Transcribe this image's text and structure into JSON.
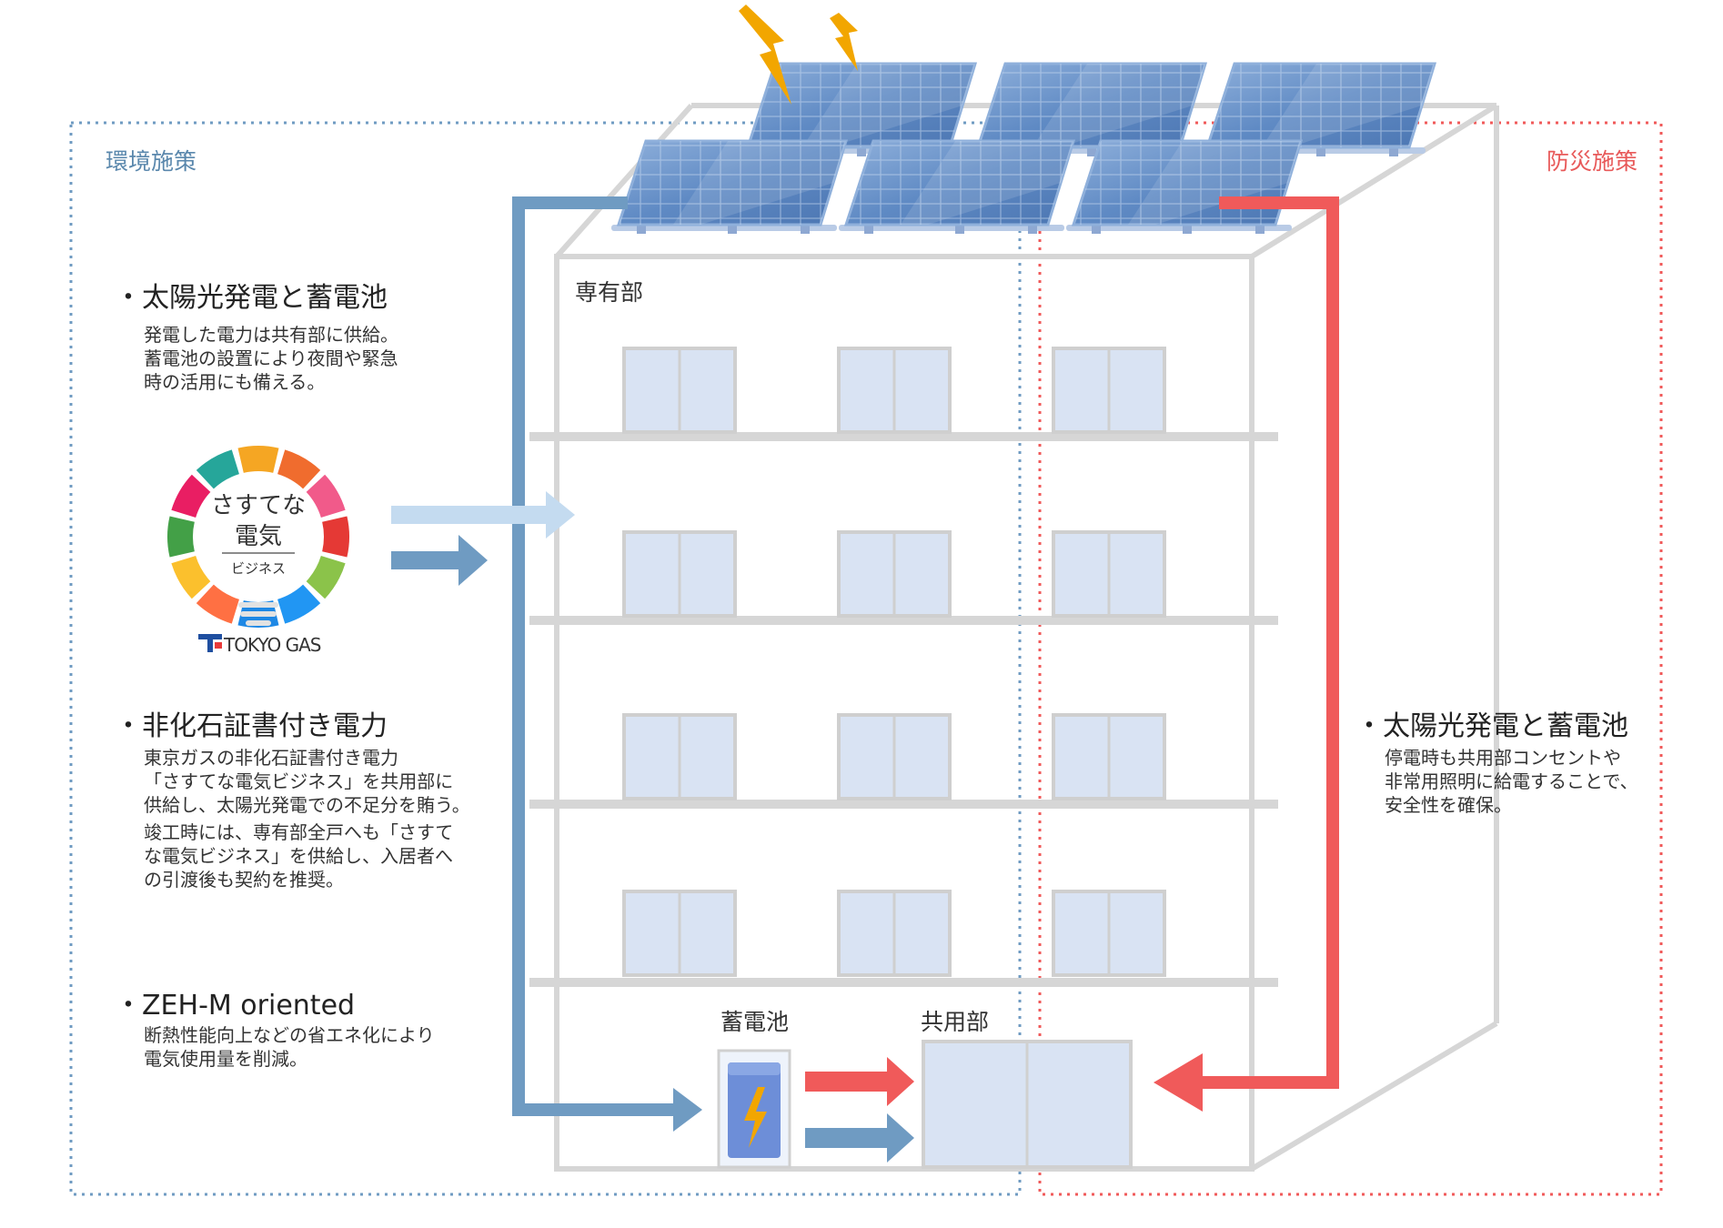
{
  "labels": {
    "environment": "環境施策",
    "disaster": "防災施策",
    "private_units": "専有部",
    "battery": "蓄電池",
    "common_area": "共用部"
  },
  "left": [
    {
      "heading": "・太陽光発電と蓄電池",
      "lines": [
        "発電した電力は共有部に供給。",
        "蓄電池の設置により夜間や緊急",
        "時の活用にも備える。"
      ]
    },
    {
      "heading": "・非化石証書付き電力",
      "lines": [
        "東京ガスの非化石証書付き電力",
        "「さすてな電気ビジネス」を共用部に",
        "供給し、太陽光発電での不足分を賄う。"
      ],
      "lines2": [
        "竣工時には、専有部全戸へも「さすて",
        "な電気ビジネス」を供給し、入居者へ",
        "の引渡後も契約を推奨。"
      ]
    },
    {
      "heading": "・ZEH-M oriented",
      "lines": [
        "断熱性能向上などの省エネ化により",
        "電気使用量を削減。"
      ]
    }
  ],
  "right": {
    "heading": "・太陽光発電と蓄電池",
    "lines": [
      "停電時も共用部コンセントや",
      "非常用照明に給電することで、",
      "安全性を確保。"
    ]
  },
  "logo": {
    "line1": "さすてな",
    "line2": "電気",
    "line3": "ビジネス",
    "brand": "TOKYO GAS"
  },
  "colors": {
    "environment": "#5b88ad",
    "disaster": "#f05a5a",
    "blue_flow": "#6f9bc2",
    "light_flow": "#c4dbf0",
    "panel": "#5d87c0",
    "building_line": "#d6d6d6",
    "window": "#d9e3f3",
    "lightning": "#f2a600"
  }
}
